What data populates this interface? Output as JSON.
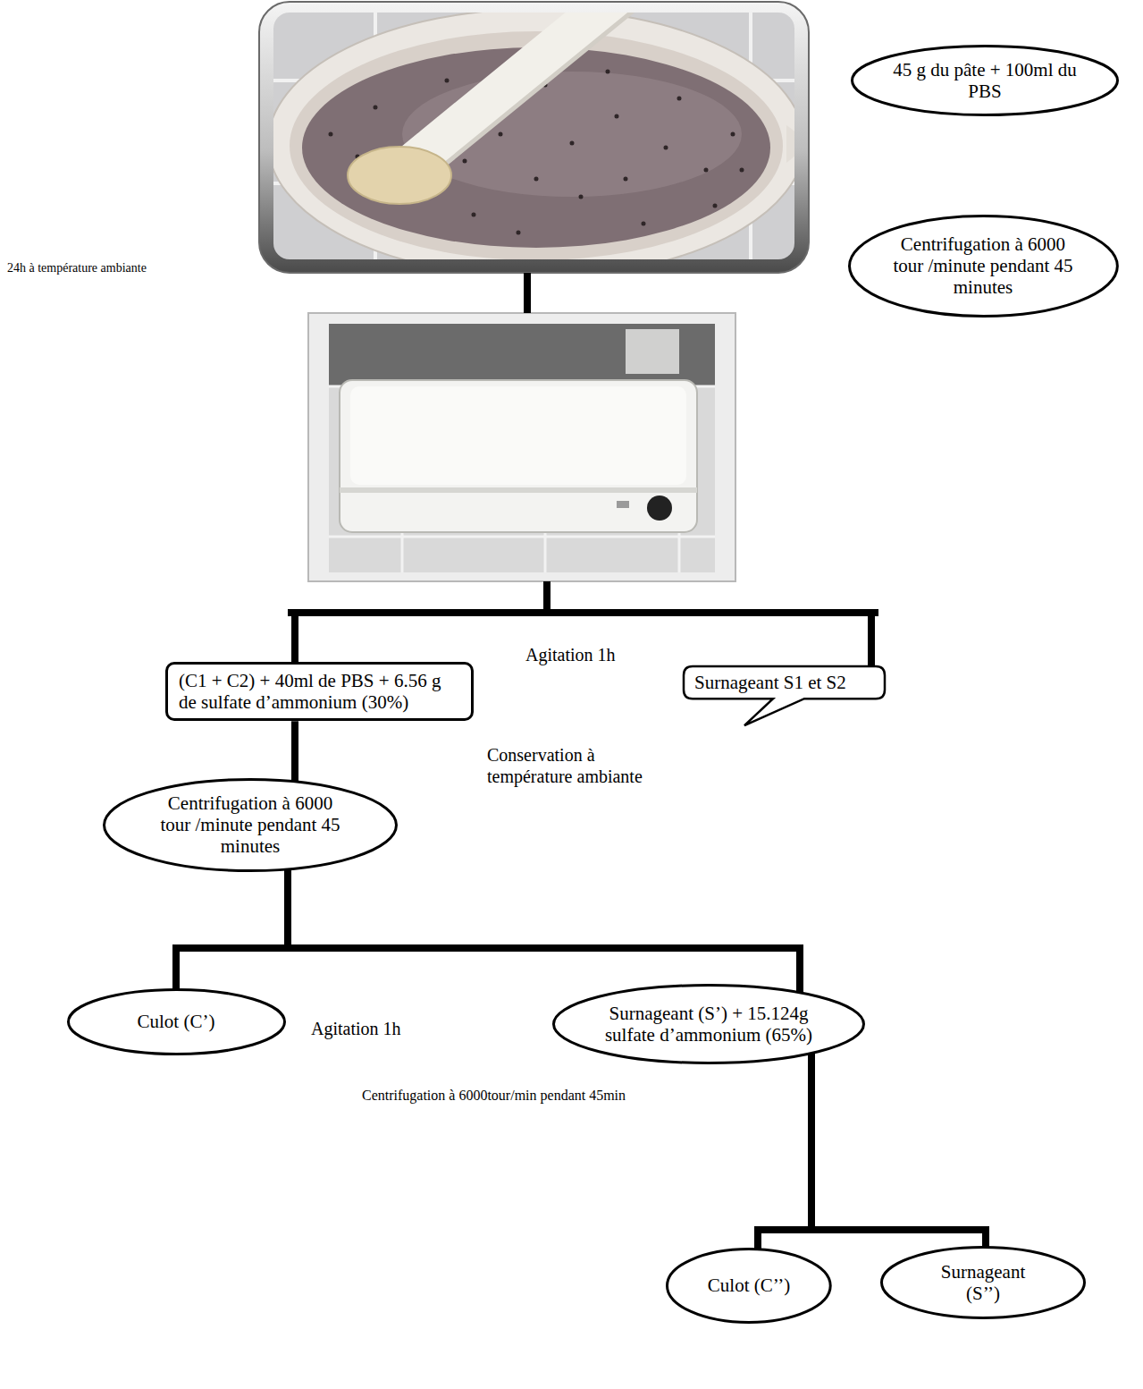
{
  "diagram": {
    "nodes": [
      {
        "text": [
          "45 g du pâte + 100ml du PBS"
        ]
      },
      {
        "text": [
          "Centrifugation à 6000 tour /minute pendant 45 minutes"
        ]
      },
      {
        "text": [
          "(C1 + C2) + 40ml de PBS + 6.56 g de sulfate d’ammonium (30%)"
        ]
      },
      {
        "text": [
          "Surnageant S1 et S2"
        ]
      },
      {
        "text": [
          "Centrifugation à 6000 tour /minute pendant 45 minutes"
        ]
      },
      {
        "text": [
          "Culot (C’)"
        ]
      },
      {
        "text": [
          "Surnageant (S’) + 15.124g sulfate d’ammonium (65%)"
        ]
      },
      {
        "text": [
          "Culot (C’’)"
        ]
      },
      {
        "text": [
          "Surnageant (S’’)"
        ]
      }
    ],
    "edges": [
      {
        "from": 2,
        "to": 4,
        "arrow": "none"
      },
      {
        "from": 4,
        "to": 5,
        "arrow": "none"
      },
      {
        "from": 4,
        "to": 6,
        "arrow": "none"
      },
      {
        "from": 6,
        "to": 7,
        "arrow": "none"
      },
      {
        "from": 6,
        "to": 8,
        "arrow": "none"
      }
    ],
    "labels": [
      "24h à température ambiante",
      "Agitation 1h",
      "Conservation à température ambiante",
      "Agitation 1h",
      "Centrifugation à 6000tour/min pendant 45min"
    ]
  }
}
